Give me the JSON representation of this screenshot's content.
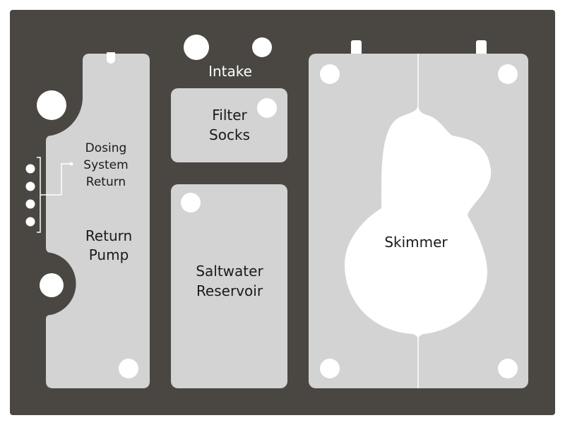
{
  "title": "Sump Layout",
  "colors": {
    "board": "#4a4743",
    "chamber": "#d3d3d3",
    "hole": "#ffffff",
    "text_dark": "#1a1a1a",
    "text_light": "#ffffff"
  },
  "labels": {
    "intake": "Intake",
    "filter_socks": [
      "Filter",
      "Socks"
    ],
    "dosing": [
      "Dosing",
      "System",
      "Return"
    ],
    "return_pump": [
      "Return",
      "Pump"
    ],
    "saltwater": [
      "Saltwater",
      "Reservoir"
    ],
    "skimmer": "Skimmer"
  },
  "dosing_ports": {
    "count": 4
  }
}
